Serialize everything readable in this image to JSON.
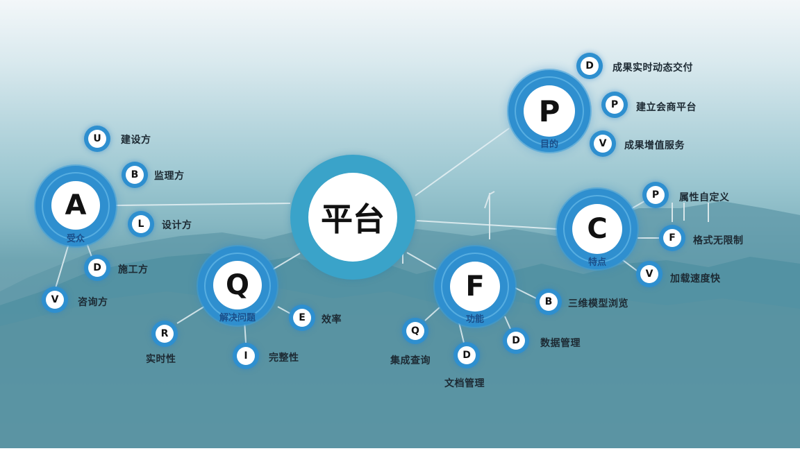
{
  "hub": {
    "label": "平台"
  },
  "colors": {
    "ring": "#2f8fcf",
    "hub_ring": "#3aa3c9",
    "core": "#ffffff",
    "caption": "#1a4f8a",
    "text": "#1d2a33"
  },
  "groups": {
    "A": {
      "letter": "A",
      "caption": "受众",
      "items": [
        {
          "letter": "U",
          "label": "建设方"
        },
        {
          "letter": "B",
          "label": "监理方"
        },
        {
          "letter": "L",
          "label": "设计方"
        },
        {
          "letter": "D",
          "label": "施工方"
        },
        {
          "letter": "V",
          "label": "咨询方"
        }
      ]
    },
    "Q": {
      "letter": "Q",
      "caption": "解决问题",
      "items": [
        {
          "letter": "E",
          "label": "效率"
        },
        {
          "letter": "R",
          "label": "实时性"
        },
        {
          "letter": "I",
          "label": "完整性"
        }
      ]
    },
    "F": {
      "letter": "F",
      "caption": "功能",
      "items": [
        {
          "letter": "B",
          "label": "三维模型浏览"
        },
        {
          "letter": "D",
          "label": "数据管理"
        },
        {
          "letter": "Q",
          "label": "集成查询"
        },
        {
          "letter": "D",
          "label": "文档管理"
        }
      ]
    },
    "P": {
      "letter": "P",
      "caption": "目的",
      "items": [
        {
          "letter": "D",
          "label": "成果实时动态交付"
        },
        {
          "letter": "P",
          "label": "建立会商平台"
        },
        {
          "letter": "V",
          "label": "成果增值服务"
        }
      ]
    },
    "C": {
      "letter": "C",
      "caption": "特点",
      "items": [
        {
          "letter": "P",
          "label": "属性自定义"
        },
        {
          "letter": "F",
          "label": "格式无限制"
        },
        {
          "letter": "V",
          "label": "加载速度快"
        }
      ]
    }
  }
}
